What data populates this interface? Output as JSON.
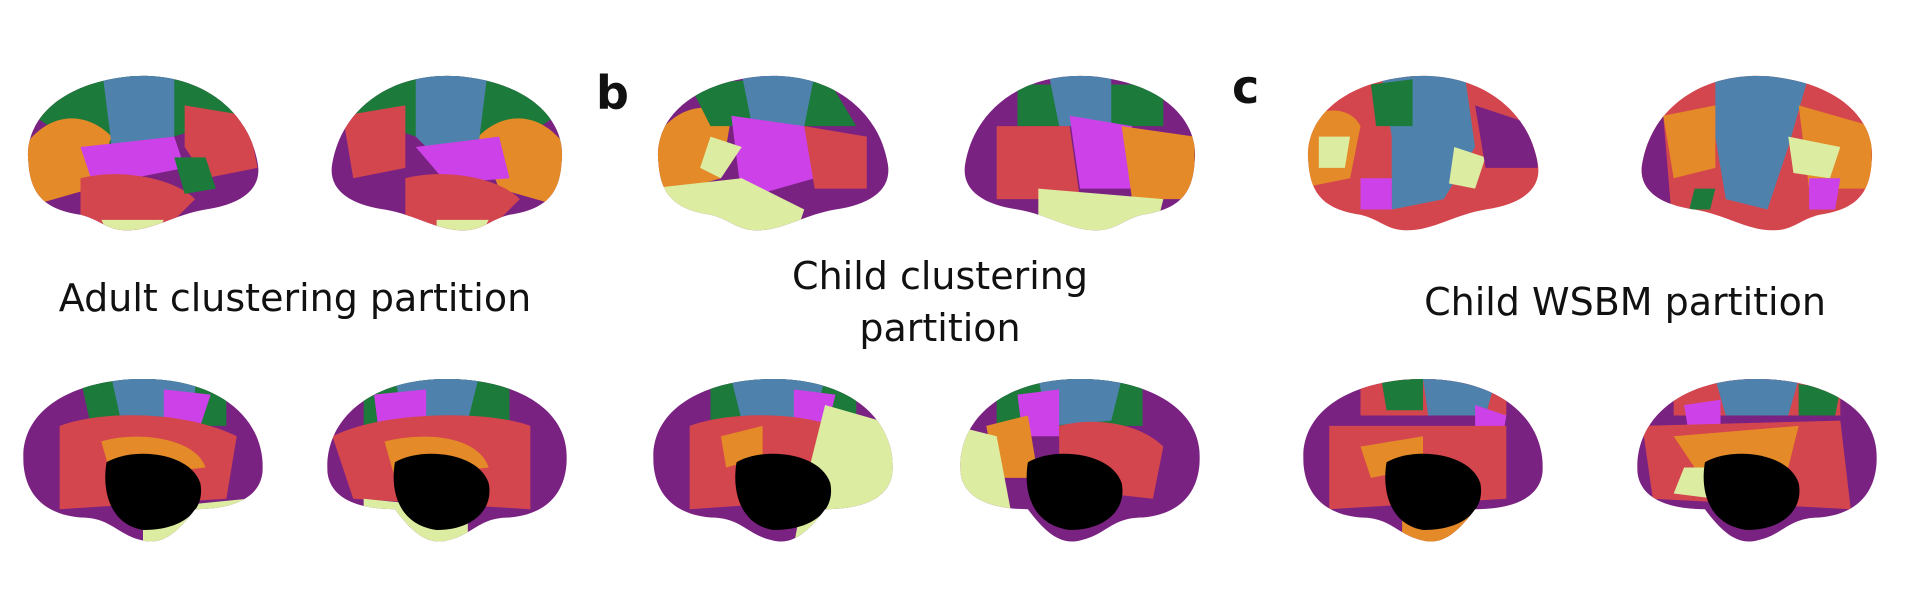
{
  "panels": [
    {
      "letter": "",
      "caption": "Adult clustering partition"
    },
    {
      "letter": "b",
      "caption": "Child clustering\npartition"
    },
    {
      "letter": "c",
      "caption": "Child WSBM partition"
    }
  ],
  "colors": {
    "blue": "#4e82ac",
    "magenta": "#cc42e8",
    "red": "#d4464e",
    "orange": "#e48a28",
    "green": "#1c7a3a",
    "purple": "#7a2282",
    "cream": "#dceca0",
    "black": "#000000"
  }
}
